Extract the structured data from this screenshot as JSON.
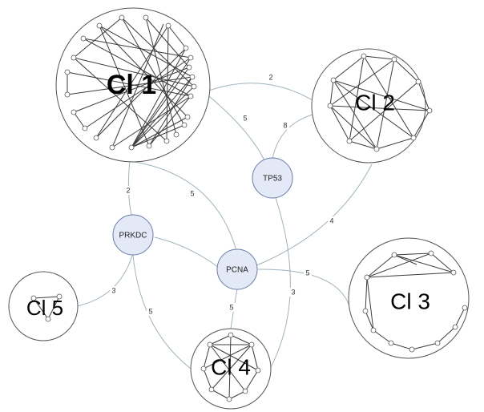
{
  "clusters": [
    {
      "id": "cl1",
      "label": "Cl 1"
    },
    {
      "id": "cl2",
      "label": "Cl 2"
    },
    {
      "id": "cl3",
      "label": "Cl 3"
    },
    {
      "id": "cl4",
      "label": "Cl 4"
    },
    {
      "id": "cl5",
      "label": "Cl 5"
    }
  ],
  "hubs": [
    {
      "id": "tp53",
      "label": "TP53"
    },
    {
      "id": "prkdc",
      "label": "PRKDC"
    },
    {
      "id": "pcna",
      "label": "PCNA"
    }
  ],
  "links": [
    {
      "from": "cl1",
      "to": "cl2",
      "weight": "2"
    },
    {
      "from": "cl1",
      "to": "tp53",
      "weight": "5"
    },
    {
      "from": "tp53",
      "to": "cl2",
      "weight": "8"
    },
    {
      "from": "cl1",
      "to": "prkdc",
      "weight": "2"
    },
    {
      "from": "cl1",
      "to": "pcna",
      "weight": "5"
    },
    {
      "from": "pcna",
      "to": "cl2",
      "weight": "4"
    },
    {
      "from": "prkdc",
      "to": "pcna",
      "weight": ""
    },
    {
      "from": "pcna",
      "to": "cl3",
      "weight": "5"
    },
    {
      "from": "prkdc",
      "to": "cl5",
      "weight": "3"
    },
    {
      "from": "prkdc",
      "to": "cl4",
      "weight": "5"
    },
    {
      "from": "pcna",
      "to": "cl4",
      "weight": "5"
    },
    {
      "from": "tp53",
      "to": "cl4",
      "weight": "3"
    }
  ]
}
